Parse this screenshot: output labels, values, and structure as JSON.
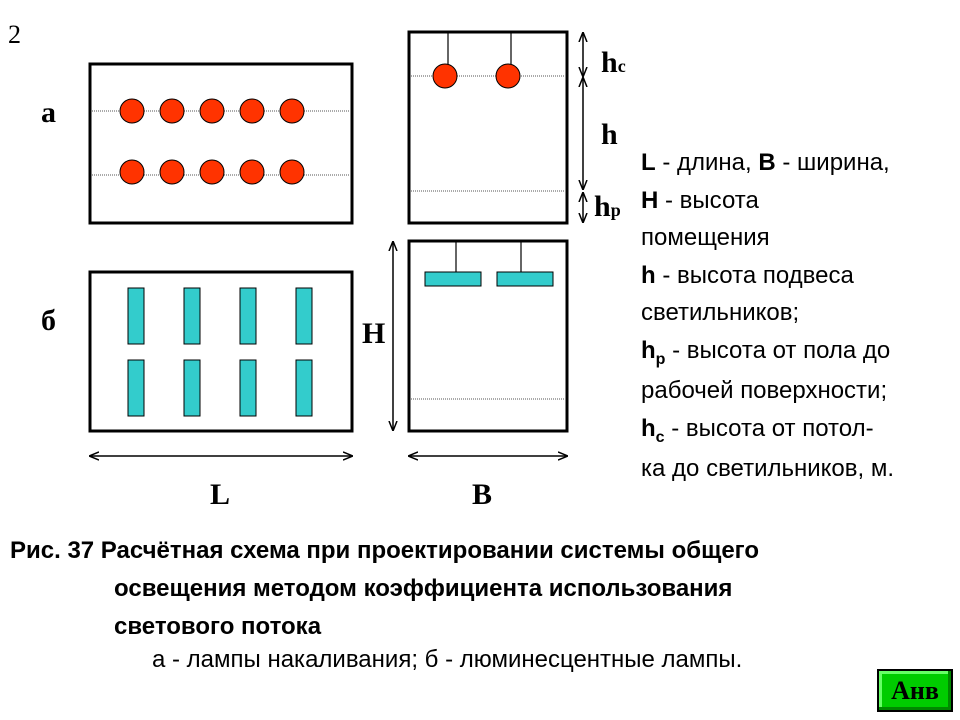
{
  "slide_number": "2",
  "colors": {
    "lamp": "#ff3300",
    "fluorescent": "#33cccc",
    "button": "#00cc00"
  },
  "panels": {
    "a_label": "а",
    "b_label": "б",
    "incandescent_rows": 2,
    "incandescent_per_row": 5,
    "fluorescent_rows": 2,
    "fluorescent_per_row": 4
  },
  "dimensions": {
    "L": "L",
    "B": "B",
    "H": "H",
    "h": "h",
    "hc_main": "h",
    "hc_sub": "c",
    "hp_main": "h",
    "hp_sub": "p"
  },
  "legend": {
    "l1_sym": "L",
    "l1_text": " - длина, ",
    "l1_sym2": "B",
    "l1_text2": " - ширина,",
    "l2_sym": "H",
    "l2_text": " - высота",
    "l3": "помещения",
    "l4_sym": "h",
    "l4_text": " - высота подвеса",
    "l5": "светильников;",
    "l6_sym": "h",
    "l6_sub": "р",
    "l6_text": " - высота от пола до",
    "l7": "рабочей поверхности;",
    "l8_sym": "h",
    "l8_sub": "с",
    "l8_text": " - высота от потол-",
    "l9": "ка до светильников, м."
  },
  "caption": {
    "line1": "Рис. 37 Расчётная схема при проектировании системы общего",
    "line2": "освещения методом коэффициента использования",
    "line3": "светового потока",
    "sub": "а - лампы накаливания; б - люминесцентные лампы."
  },
  "nav_button": {
    "label": "Анв"
  }
}
